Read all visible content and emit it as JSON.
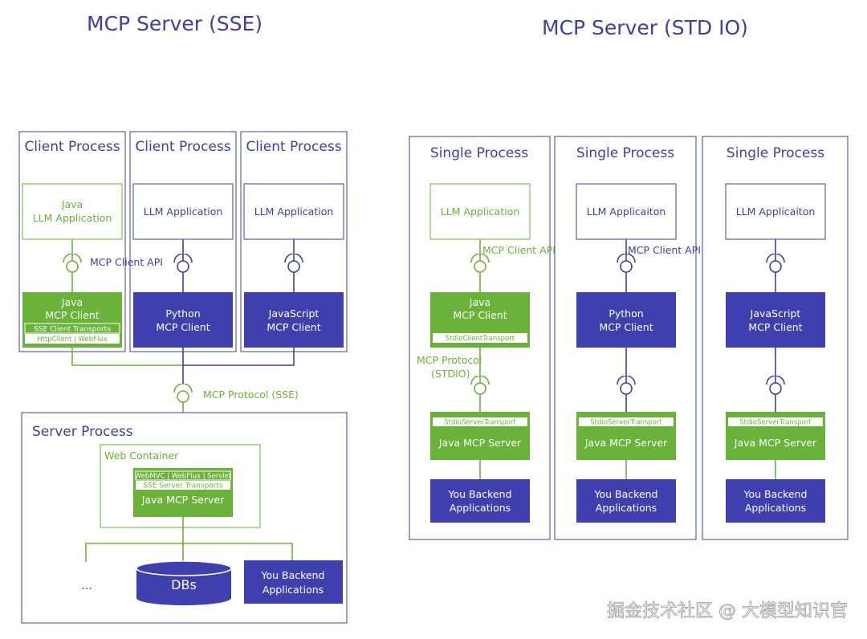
{
  "colors": {
    "blue": "#3f3fae",
    "green": "#6ab23a",
    "outline": "#3f3f9e"
  },
  "sse": {
    "title": "MCP Server (SSE)",
    "client_process_label": "Client Process",
    "java_app": [
      "Java",
      "LLM Application"
    ],
    "llm_app": "LLM Application",
    "mcp_client_api": "MCP Client API",
    "java_client": [
      "Java",
      "MCP Client"
    ],
    "sse_client_transports": "SSE Client Transports",
    "httpclient_webflux": "HttpClient | WebFlux",
    "python_client": [
      "Python",
      "MCP Client"
    ],
    "js_client": [
      "JavaScript",
      "MCP Client"
    ],
    "mcp_protocol_sse": "MCP Protocol (SSE)",
    "server_process": "Server Process",
    "web_container": "Web Container",
    "webmvc_line": "WebMVC | WebFlux | Servlet",
    "sse_server_transports": "SSE Server Transports",
    "java_mcp_server": "Java MCP Server",
    "ellipsis": "...",
    "dbs": "DBs",
    "backend": [
      "You Backend",
      "Applications"
    ]
  },
  "stdio": {
    "title": "MCP Server (STD IO)",
    "single_process_label": "Single Process",
    "llm_application": "LLM Application",
    "llm_applicaiton": "LLM Applicaiton",
    "mcp_client_api": "MCP Client API",
    "java_client": [
      "Java",
      "MCP Client"
    ],
    "stdio_client_transport": "StdioClientTransport",
    "mcp_protocol": [
      "MCP Protocol",
      "(STDIO)"
    ],
    "python_client": [
      "Python",
      "MCP Client"
    ],
    "js_client": [
      "JavaScript",
      "MCP Client"
    ],
    "stdio_server_transport": "StdioServerTransport",
    "java_mcp_server": "Java MCP Server",
    "backend": [
      "You Backend",
      "Applications"
    ]
  },
  "watermark": "掘金技术社区 @ 大模型知识官"
}
